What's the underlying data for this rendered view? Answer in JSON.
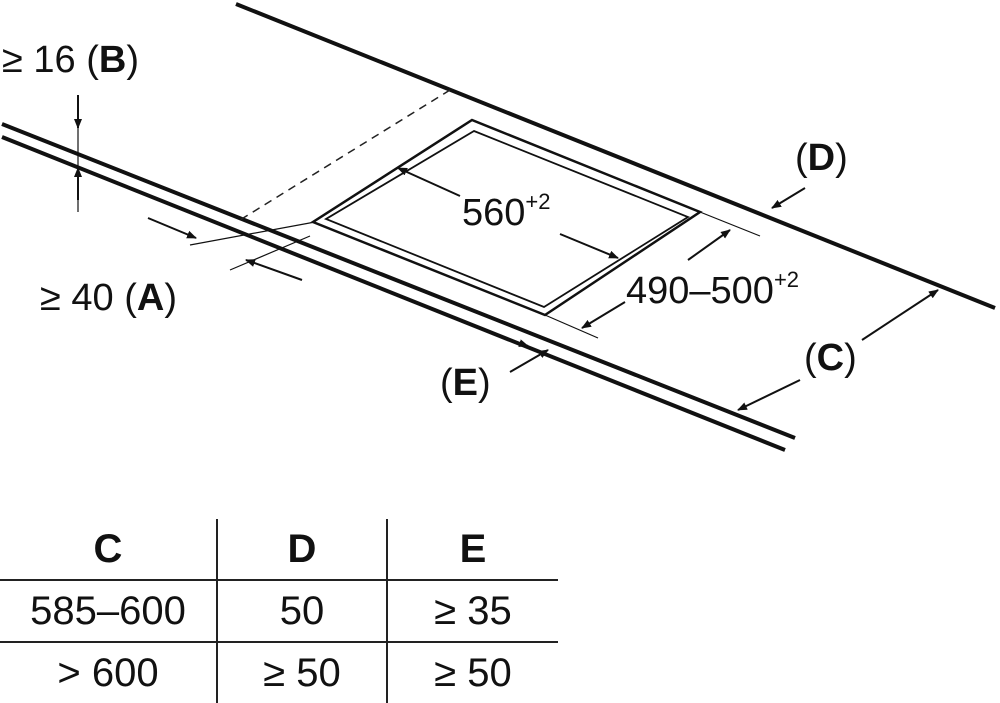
{
  "labels": {
    "b_dim": "≥ 16",
    "b_letter": "B",
    "a_dim": "≥ 40",
    "a_letter": "A",
    "width_value": "560",
    "width_tol": "+2",
    "depth_value": "490–500",
    "depth_tol": "+2",
    "d_letter": "D",
    "c_letter": "C",
    "e_letter": "E"
  },
  "table": {
    "headers": [
      "C",
      "D",
      "E"
    ],
    "rows": [
      [
        "585–600",
        "50",
        "≥ 35"
      ],
      [
        "> 600",
        "≥ 50",
        "≥ 50"
      ]
    ]
  }
}
